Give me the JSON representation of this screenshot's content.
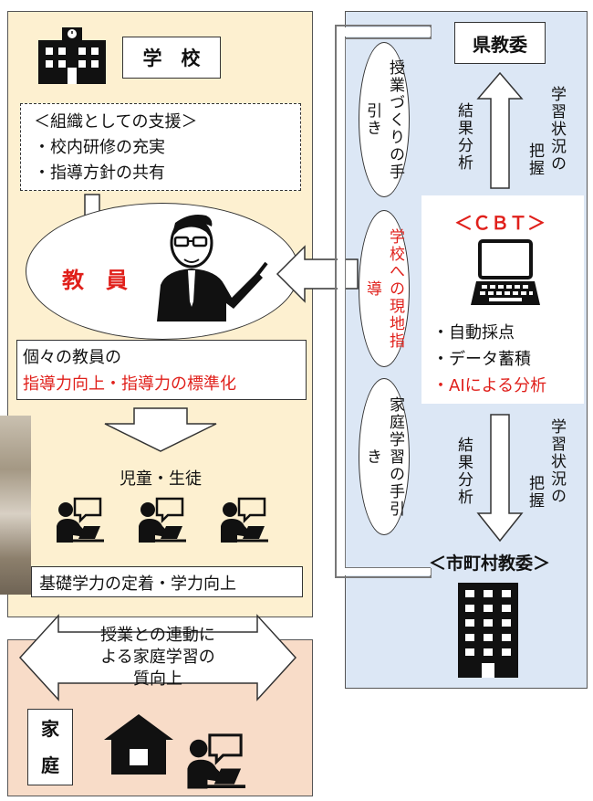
{
  "school": {
    "title": "学　校",
    "support_title": "＜組織としての支援＞",
    "support_items": [
      "・校内研修の充実",
      "・指導方針の共有"
    ],
    "teacher": "教　員",
    "teacher_result_line1": "個々の教員の",
    "teacher_result_line2": "指導力向上・指導力の標準化",
    "students": "児童・生徒",
    "student_result": "基礎学力の定着・学力向上"
  },
  "home": {
    "title_chars": [
      "家",
      "庭"
    ],
    "link_text": [
      "授業との連動に",
      "よる家庭学習の",
      "質向上"
    ]
  },
  "board": {
    "prefectural": "県教委",
    "municipal": "＜市町村教委＞",
    "guide_lesson": "授業づくりの手引き",
    "guide_visit": "学校への現地指導",
    "guide_home": "家庭学習の手引き",
    "result_analysis": "結果分析",
    "grasp_status": "学習状況の把握",
    "cbt_title": "＜ＣＢＴ＞",
    "cbt_items": [
      "・自動採点",
      "・データ蓄積",
      "・AIによる分析"
    ]
  },
  "colors": {
    "accent_red": "#e0201b",
    "school_bg": "#fdf0d0",
    "home_bg": "#f8dcc8",
    "board_bg": "#dce7f5"
  }
}
